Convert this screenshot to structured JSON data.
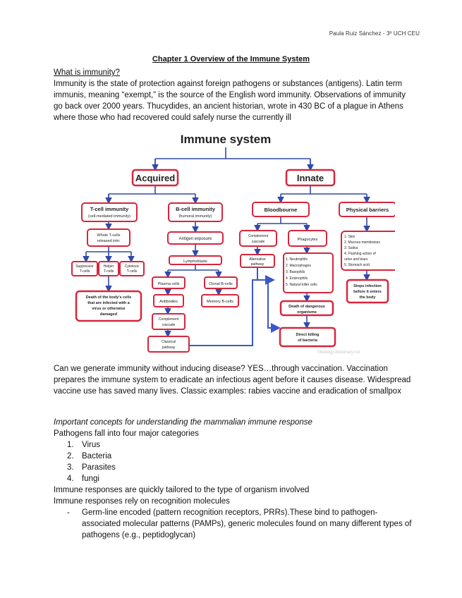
{
  "header": {
    "author": "Paula Ruiz Sánchez - 3º UCH CEU"
  },
  "title": "Chapter 1 Overview of the Immune System",
  "section1": {
    "heading": "What is immunity?",
    "body": "Immunity is the state of protection against foreign pathogens or substances (antigens). Latin term immunis, meaning “exempt,” is the source of the English word immunity. Observations of immunity go back over 2000 years. Thucydides, an ancient historian, wrote in 430 BC of a plague in Athens where those who had recovered could safely nurse the currently ill"
  },
  "diagram": {
    "title": "Immune system",
    "acquired": "Acquired",
    "innate": "Innate",
    "tcell": [
      "T-cell immunity",
      "(cell-mediated immunity)"
    ],
    "bcell": [
      "B-cell immunity",
      "(humoral immunity)"
    ],
    "bloodbourne": "Bloodbourne",
    "physical": "Physical barriers",
    "whole_t": [
      "Whole T-cells",
      "released into:"
    ],
    "suppressor": [
      "Suppressor",
      "T-cells"
    ],
    "helper": [
      "Helper",
      "T-cells"
    ],
    "cytotoxic": [
      "Cytotoxic",
      "T-cells"
    ],
    "death_cells": [
      "Death of the body's cells",
      "that are infected with a",
      "virus or otherwise",
      "damaged"
    ],
    "antigen_exposure": "Antigen exposure",
    "lymphoblasts": "Lymphoblasts",
    "plasma": "Plasma cells",
    "clonal": "Clonal B-cells",
    "antibodies": "Antibodies",
    "memory": "Memory B-cells",
    "complement_b": [
      "Complement",
      "cascade"
    ],
    "classical": [
      "Classical",
      "pathway"
    ],
    "complement_c": [
      "Complement",
      "cascade"
    ],
    "alternative": [
      "Alternative",
      "pathway"
    ],
    "phagocytes": "Phagocytes",
    "phago_list": [
      "1. Neutrophils",
      "2. Macrophages",
      "3. Basophils",
      "4. Eosinophils",
      "5. Natural killer cells"
    ],
    "death_dangerous": [
      "Death of dangerous",
      "organisms"
    ],
    "direct_killing": [
      "Direct killing",
      "of bacteria"
    ],
    "barrier_list": [
      "1. Skin",
      "2. Mucous membranes",
      "3. Saliva",
      "4. Flushing action of",
      "   urine and tears",
      "5. Stomach acid"
    ],
    "stops": [
      "Stops infection",
      "before it enters",
      "the body"
    ],
    "watermark": "©biology-dictionary.net"
  },
  "section2": {
    "body": "Can we generate immunity without inducing disease? YES…through vaccination. Vaccination prepares the immune system to eradicate an infectious agent before it causes disease. Widespread vaccine use has saved many lives. Classic examples: rabies vaccine and eradication of smallpox"
  },
  "section3": {
    "heading": "Important concepts for understanding the mammalian immune response",
    "intro": "Pathogens fall into four major categories",
    "items": [
      {
        "num": "1.",
        "text": "Virus"
      },
      {
        "num": "2.",
        "text": "Bacteria"
      },
      {
        "num": "3.",
        "text": "Parasites"
      },
      {
        "num": "4.",
        "text": "fungi"
      }
    ],
    "line1": "Immune responses are quickly tailored to the type of organism involved",
    "line2": "Immune responses rely on recognition molecules",
    "bullet_mark": "-",
    "bullet": "Germ-line encoded (pattern recognition receptors, PRRs).These bind to pathogen-associated molecular patterns (PAMPs), generic molecules found on many different types of pathogens (e.g., peptidoglycan)"
  },
  "colors": {
    "box_border": "#d7263d",
    "arrow": "#3a58c9",
    "connector": "#2f4aa8"
  }
}
